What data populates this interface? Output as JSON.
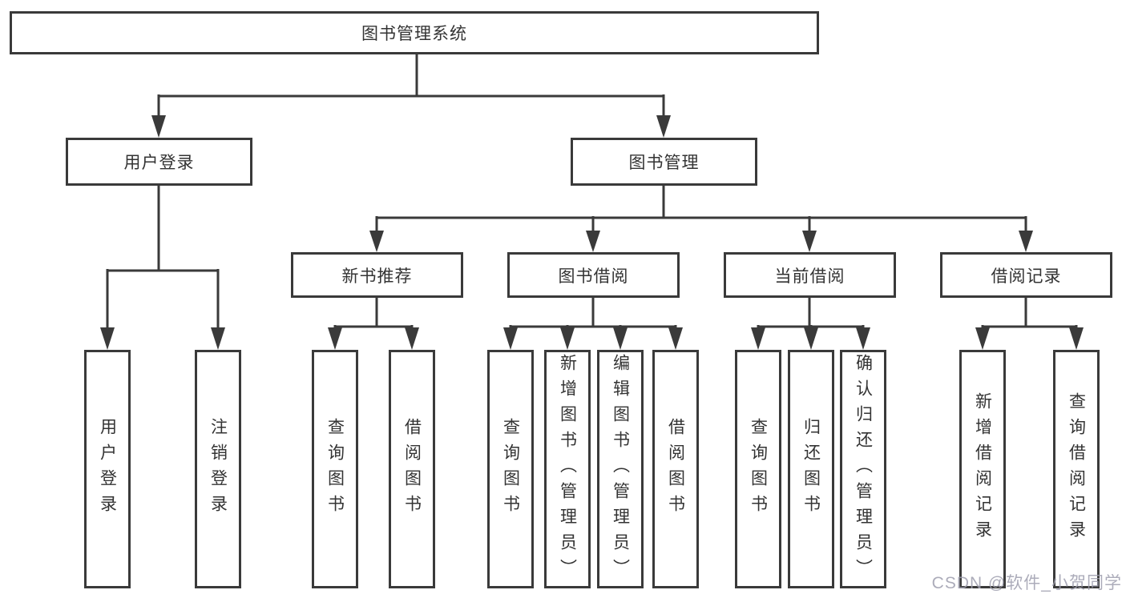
{
  "diagram": {
    "root": "图书管理系统",
    "level1": [
      "用户登录",
      "图书管理"
    ],
    "level2": [
      "新书推荐",
      "图书借阅",
      "当前借阅",
      "借阅记录"
    ],
    "leaves": {
      "login": [
        "用户登录",
        "注销登录"
      ],
      "recommend": [
        "查询图书",
        "借阅图书"
      ],
      "borrow": [
        "查询图书",
        "新增图书（管理员）",
        "编辑图书（管理员）",
        "借阅图书"
      ],
      "current": [
        "查询图书",
        "归还图书",
        "确认归还（管理员）"
      ],
      "records": [
        "新增借阅记录",
        "查询借阅记录"
      ]
    }
  },
  "watermark": "CSDN @软件_小贺同学",
  "colors": {
    "line": "#3a3a3a",
    "text": "#333333",
    "watermark": "#9e9eae"
  }
}
